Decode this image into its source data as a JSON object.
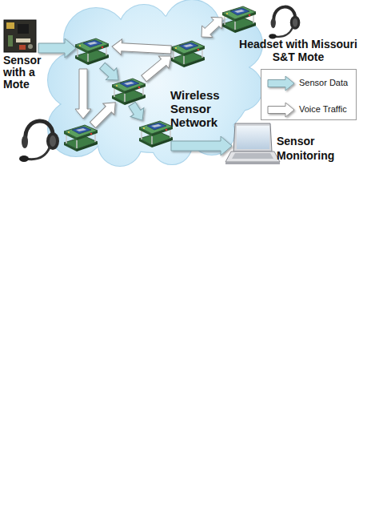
{
  "diagram": {
    "nodes": [
      {
        "text": [
          "Wireless Sensor Network"
        ]
      },
      {
        "text": [
          "Sensor with a Mote"
        ]
      },
      {
        "text": [
          "Headset with Missouri S&T Mote"
        ]
      },
      {
        "text": [
          "Sensor Monitoring"
        ]
      }
    ],
    "edges": [
      {
        "from": 1,
        "to": 0,
        "arrow": "to"
      },
      {
        "from": 0,
        "to": 3,
        "arrow": "to"
      },
      {
        "from": 0,
        "to": 2,
        "arrow": "both"
      }
    ],
    "legend": [
      {
        "text": "Sensor Data",
        "color": "#b7e0e9"
      },
      {
        "text": "Voice Traffic",
        "color": "#ffffff"
      }
    ]
  }
}
